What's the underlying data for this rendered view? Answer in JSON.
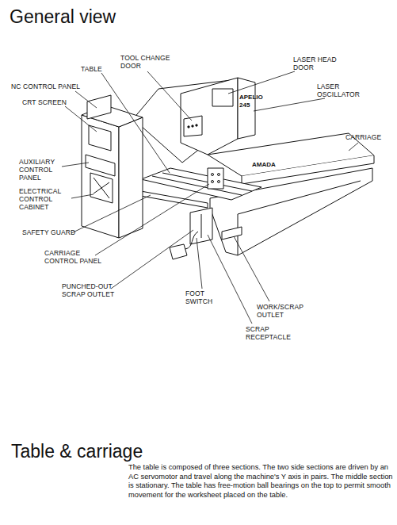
{
  "diagram": {
    "title": "General view",
    "labels": [
      "TOOL CHANGE DOOR",
      "TABLE",
      "NC CONTROL PANEL",
      "CRT SCREEN",
      "LASER HEAD DOOR",
      "LASER OSCILLATOR",
      "CARRIAGE",
      "AUXILIARY CONTROL PANEL",
      "ELECTRICAL CONTROL CABINET",
      "SAFETY GUARD",
      "CARRIAGE CONTROL PANEL",
      "PUNCHED-OUT SCRAP OUTLET",
      "FOOT SWITCH",
      "WORK/SCRAP OUTLET",
      "SCRAP RECEPTACLE",
      "APELIO",
      "245",
      "AMADA",
      "Table & carriage",
      "The table is composed of three sections. The two side sections are driven by an AC servomotor and travel along the machine's Y axis in pairs. The middle section is stationary. The table has free-motion ball bearings on the top to permit smooth movement for the worksheet placed on the table."
    ]
  }
}
